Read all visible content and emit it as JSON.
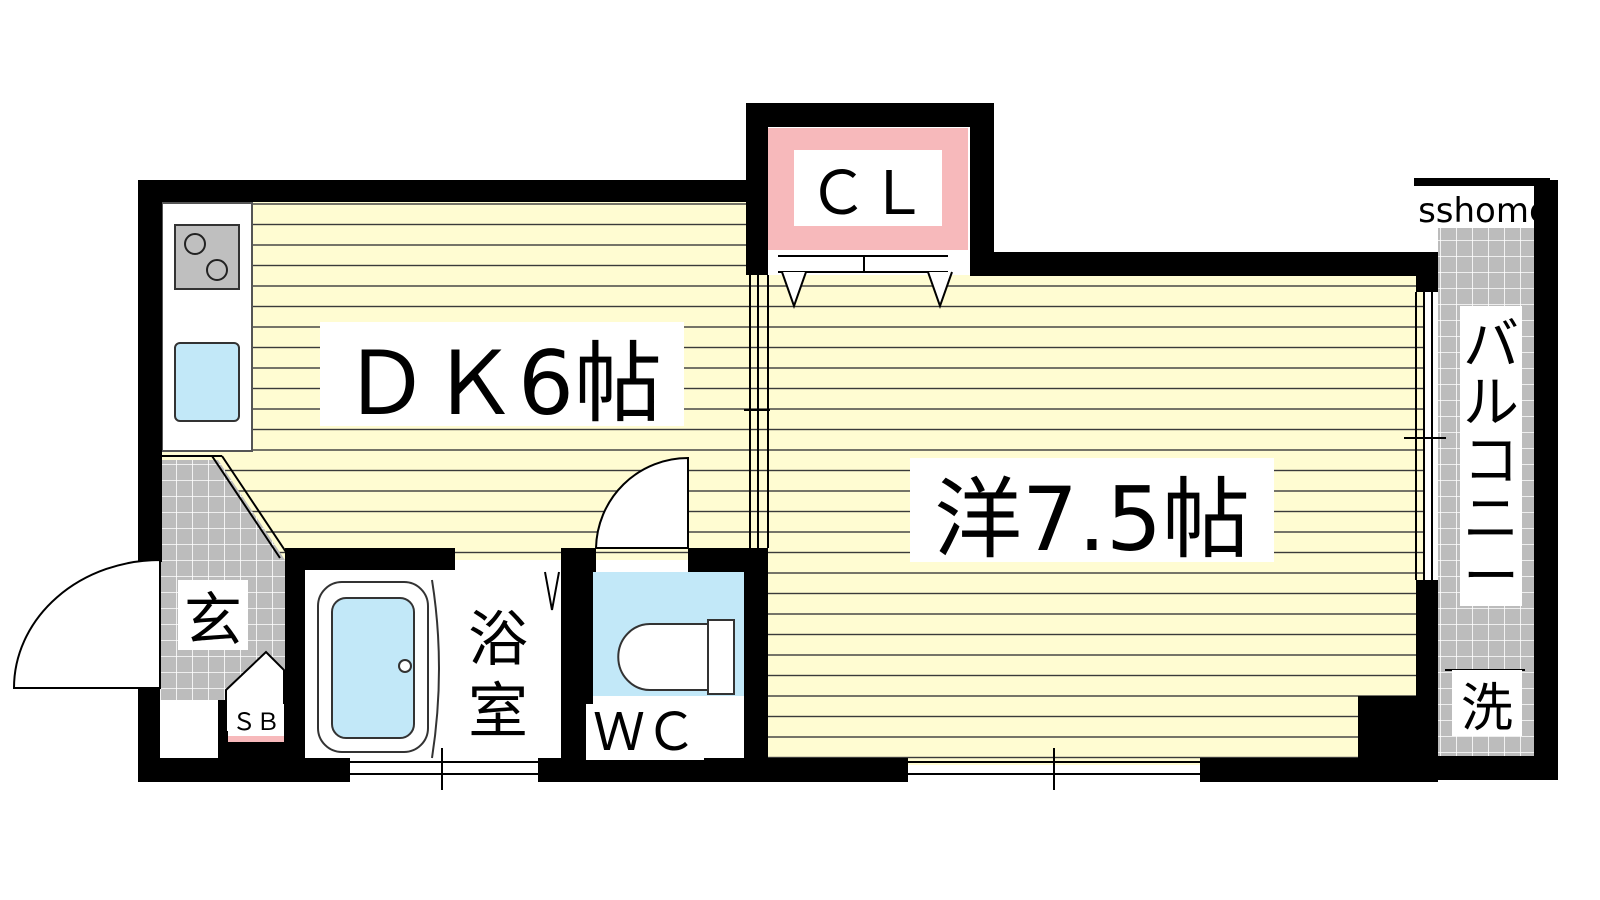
{
  "floorplan": {
    "watermark": "sshome",
    "rooms": {
      "dk": {
        "label": "ＤＫ6帖"
      },
      "western": {
        "label": "洋7.5帖"
      },
      "closet": {
        "label": "ＣＬ"
      },
      "bath": {
        "label_line1": "浴",
        "label_line2": "室"
      },
      "wc": {
        "label": "ＷＣ"
      },
      "entrance": {
        "label": "玄"
      },
      "shoebox": {
        "label": "ＳＢ"
      },
      "balcony": {
        "label_chars": [
          "バ",
          "ル",
          "コ",
          "ニ",
          "ー"
        ]
      },
      "laundry": {
        "label": "洗"
      }
    },
    "colors": {
      "floor": "#fffcd2",
      "floor_lines": "#3a3a3a",
      "wall": "#000000",
      "closet": "#f7b9bb",
      "wet": "#c2e8f8",
      "tile": "#b8b8b8"
    }
  }
}
